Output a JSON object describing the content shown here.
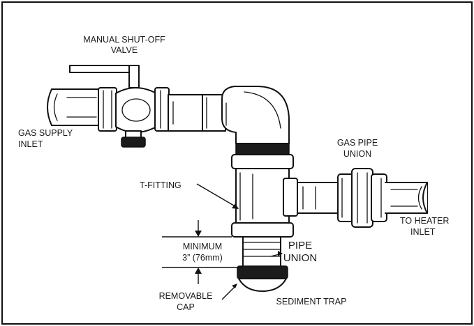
{
  "labels": {
    "shutoff_line1": "MANUAL SHUT-OFF",
    "shutoff_line2": "VALVE",
    "gas_supply_line1": "GAS SUPPLY",
    "gas_supply_line2": "INLET",
    "gas_union_line1": "GAS PIPE",
    "gas_union_line2": "UNION",
    "t_fitting": "T-FITTING",
    "heater_line1": "TO HEATER",
    "heater_line2": "INLET",
    "minimum_line1": "MINIMUM",
    "minimum_line2": "3” (76mm)",
    "pipe_union_line1": "PIPE",
    "pipe_union_line2": "UNION",
    "cap_line1": "REMOVABLE",
    "cap_line2": "CAP",
    "sediment_trap": "SEDIMENT TRAP"
  },
  "colors": {
    "ink": "#111111",
    "shade": "#d9d9d9",
    "background": "#ffffff"
  }
}
